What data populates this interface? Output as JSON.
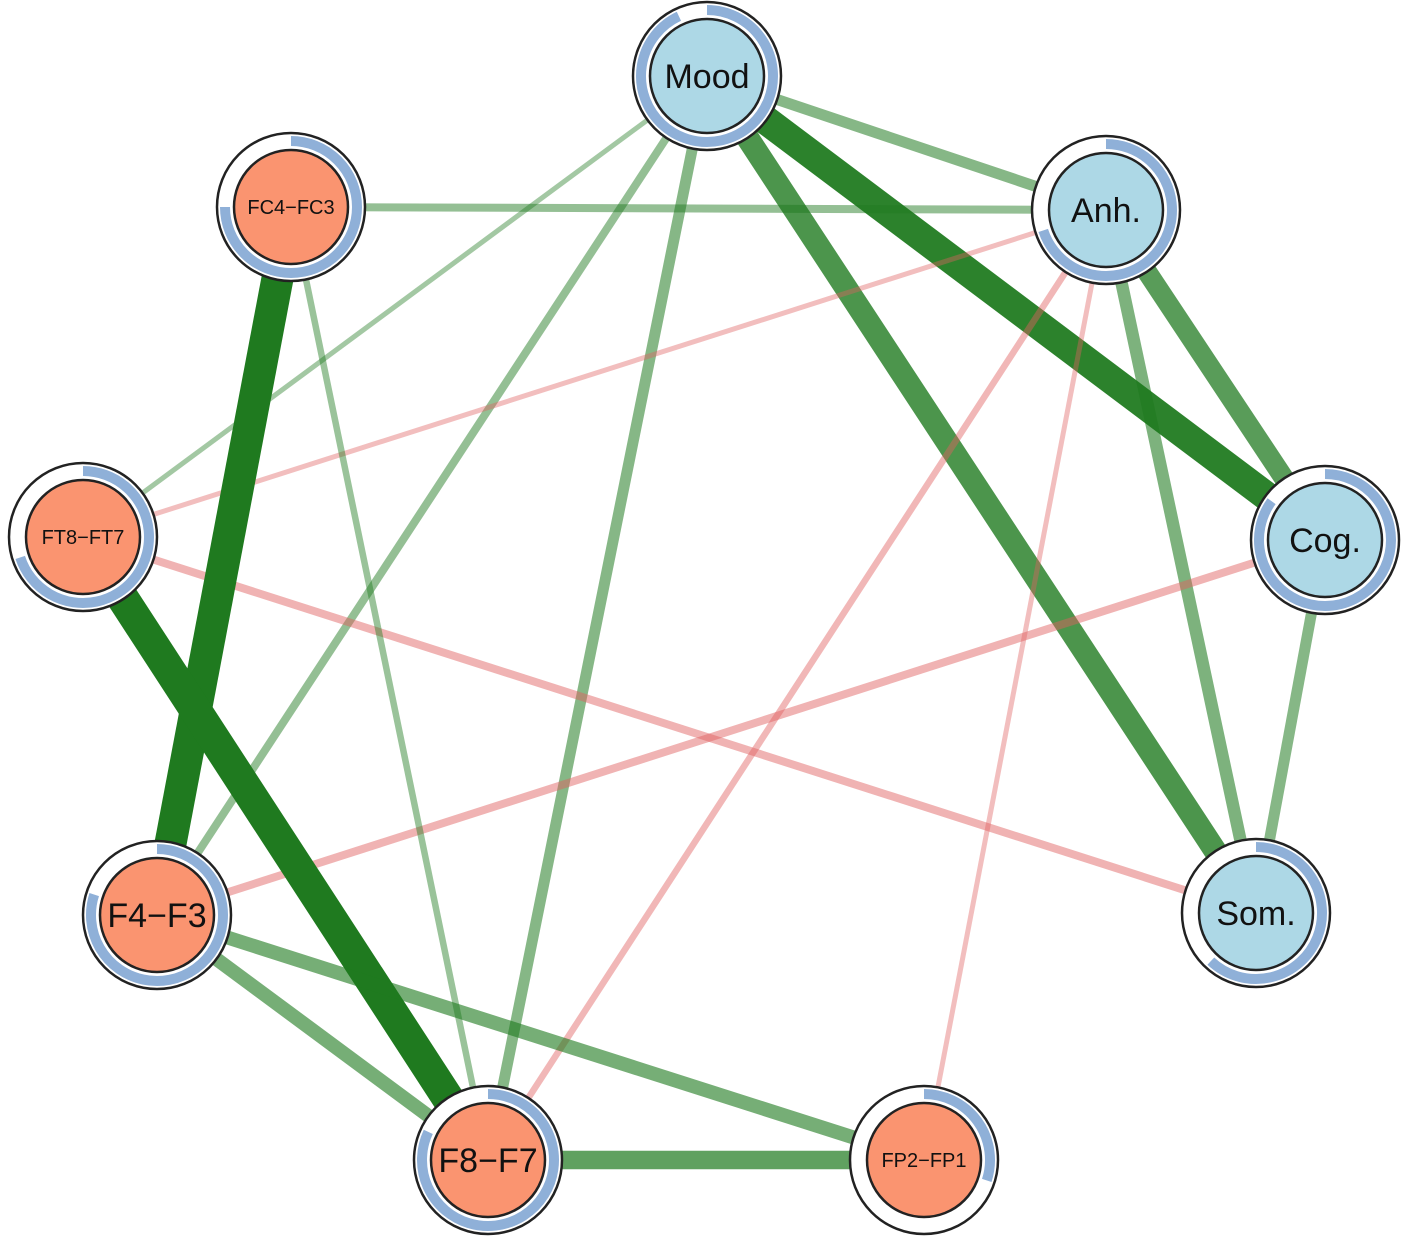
{
  "colors": {
    "background": "#ffffff",
    "positive_edge": "#1f7a1f",
    "negative_edge": "#e06060",
    "symptom_node": "#add8e6",
    "eeg_node": "#fa9470",
    "pie_ring": "#8fb0d8",
    "node_border": "#222222"
  },
  "nodes": [
    {
      "id": "mood",
      "label": "Mood",
      "group": "symptom",
      "pie": 0.93
    },
    {
      "id": "anh",
      "label": "Anh.",
      "group": "symptom",
      "pie": 0.7
    },
    {
      "id": "cog",
      "label": "Cog.",
      "group": "symptom",
      "pie": 0.85
    },
    {
      "id": "som",
      "label": "Som.",
      "group": "symptom",
      "pie": 0.62
    },
    {
      "id": "fp2fp1",
      "label": "FP2−FP1",
      "group": "eeg",
      "pie": 0.3
    },
    {
      "id": "f8f7",
      "label": "F8−F7",
      "group": "eeg",
      "pie": 0.82
    },
    {
      "id": "f4f3",
      "label": "F4−F3",
      "group": "eeg",
      "pie": 0.8
    },
    {
      "id": "ft8ft7",
      "label": "FT8−FT7",
      "group": "eeg",
      "pie": 0.7
    },
    {
      "id": "fc4fc3",
      "label": "FC4−FC3",
      "group": "eeg",
      "pie": 0.75
    }
  ],
  "edges": [
    {
      "from": "mood",
      "to": "anh",
      "sign": "positive",
      "weight": 0.3
    },
    {
      "from": "mood",
      "to": "cog",
      "sign": "positive",
      "weight": 0.9
    },
    {
      "from": "mood",
      "to": "som",
      "sign": "positive",
      "weight": 0.7
    },
    {
      "from": "mood",
      "to": "f8f7",
      "sign": "positive",
      "weight": 0.3
    },
    {
      "from": "mood",
      "to": "f4f3",
      "sign": "positive",
      "weight": 0.2
    },
    {
      "from": "mood",
      "to": "ft8ft7",
      "sign": "positive",
      "weight": 0.1
    },
    {
      "from": "anh",
      "to": "cog",
      "sign": "positive",
      "weight": 0.6
    },
    {
      "from": "anh",
      "to": "som",
      "sign": "positive",
      "weight": 0.35
    },
    {
      "from": "anh",
      "to": "fc4fc3",
      "sign": "positive",
      "weight": 0.2
    },
    {
      "from": "anh",
      "to": "ft8ft7",
      "sign": "negative",
      "weight": 0.1
    },
    {
      "from": "anh",
      "to": "f8f7",
      "sign": "negative",
      "weight": 0.15
    },
    {
      "from": "anh",
      "to": "fp2fp1",
      "sign": "negative",
      "weight": 0.1
    },
    {
      "from": "cog",
      "to": "som",
      "sign": "positive",
      "weight": 0.3
    },
    {
      "from": "cog",
      "to": "f4f3",
      "sign": "negative",
      "weight": 0.2
    },
    {
      "from": "som",
      "to": "ft8ft7",
      "sign": "negative",
      "weight": 0.2
    },
    {
      "from": "fc4fc3",
      "to": "f4f3",
      "sign": "positive",
      "weight": 1.0
    },
    {
      "from": "fc4fc3",
      "to": "f8f7",
      "sign": "positive",
      "weight": 0.15
    },
    {
      "from": "ft8ft7",
      "to": "f8f7",
      "sign": "positive",
      "weight": 1.0
    },
    {
      "from": "f4f3",
      "to": "f8f7",
      "sign": "positive",
      "weight": 0.4
    },
    {
      "from": "f4f3",
      "to": "fp2fp1",
      "sign": "positive",
      "weight": 0.4
    },
    {
      "from": "f8f7",
      "to": "fp2fp1",
      "sign": "positive",
      "weight": 0.55
    }
  ]
}
